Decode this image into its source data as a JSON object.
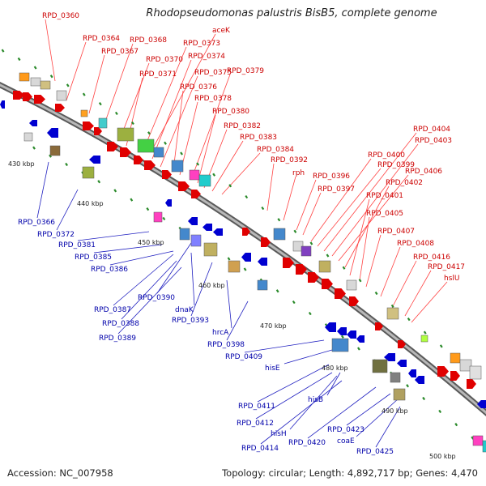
{
  "title": "Rhodopseudomonas palustris BisB5, complete genome",
  "footer": {
    "accession": "Accession: NC_007958",
    "summary": "Topology: circular; Length: 4,892,717 bp; Genes: 4,470"
  },
  "colors": {
    "forward": "#e00000",
    "reverse": "#0000d0",
    "backbone": "#888888",
    "tick": "#2a8a2a",
    "forward_label": "#cc0000",
    "reverse_label": "#0000aa"
  },
  "scale": {
    "unit": "kbp",
    "ticks": [
      "430 kbp",
      "440 kbp",
      "450 kbp",
      "460 kbp",
      "470 kbp",
      "480 kbp",
      "490 kbp",
      "500 kbp"
    ]
  },
  "labels_forward": [
    "RPD_0360",
    "RPD_0364",
    "RPD_0367",
    "RPD_0368",
    "RPD_0370",
    "RPD_0371",
    "RPD_0373",
    "aceK",
    "RPD_0374",
    "RPD_0375",
    "RPD_0376",
    "RPD_0378",
    "RPD_0379",
    "RPD_0380",
    "RPD_0382",
    "RPD_0383",
    "RPD_0384",
    "RPD_0392",
    "rph",
    "RPD_0396",
    "RPD_0397",
    "RPD_0400",
    "RPD_0399",
    "RPD_0404",
    "RPD_0403",
    "RPD_0406",
    "RPD_0402",
    "RPD_0401",
    "RPD_0405",
    "RPD_0407",
    "RPD_0408",
    "RPD_0416",
    "RPD_0417",
    "hslU"
  ],
  "labels_reverse": [
    "RPD_0366",
    "RPD_0372",
    "RPD_0381",
    "RPD_0385",
    "RPD_0386",
    "RPD_0387",
    "RPD_0390",
    "dnaK",
    "RPD_0388",
    "RPD_0393",
    "RPD_0389",
    "hrcA",
    "RPD_0398",
    "RPD_0409",
    "hisE",
    "RPD_0411",
    "RPD_0412",
    "hisB",
    "hisH",
    "RPD_0414",
    "RPD_0420",
    "RPD_0423",
    "coaE",
    "RPD_0425"
  ]
}
